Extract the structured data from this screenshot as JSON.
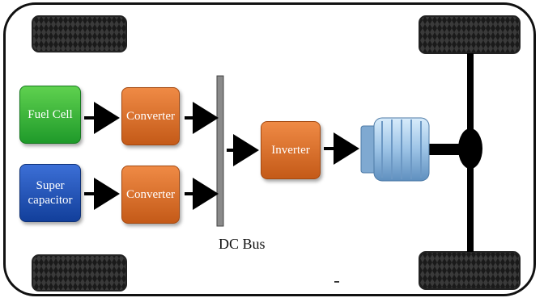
{
  "diagram": {
    "sources": [
      {
        "label": "Fuel Cell",
        "color": "#2fae36"
      },
      {
        "label": "Super capacitor",
        "color": "#1a4fb3"
      }
    ],
    "converters": [
      "Converter",
      "Converter"
    ],
    "inverter": "Inverter",
    "bus_label": "DC Bus",
    "colors": {
      "converter": "#dd7030",
      "frame": "#111111",
      "motor": "#9cc3e6",
      "tire": "#2b2b2b"
    },
    "icons": [
      "tire-icon",
      "electric-motor-icon",
      "arrow-icon"
    ]
  }
}
